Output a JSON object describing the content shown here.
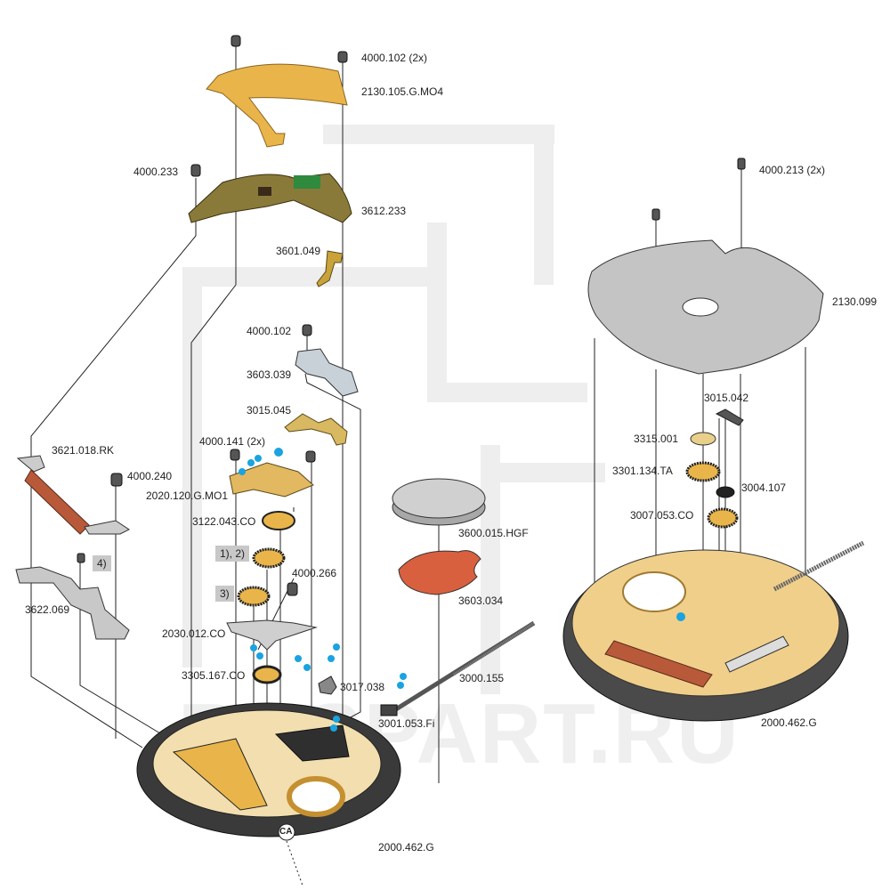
{
  "diagram": {
    "title": "",
    "watermark": "RUSPART.RU",
    "colors": {
      "brass": "#e9b54a",
      "brass_dark": "#b8862a",
      "steel": "#bdbdbd",
      "case_dark": "#3a3a3a",
      "coil": "#b85a3a",
      "insulator": "#d8603f",
      "pcb_green": "#2f8a3e",
      "oil_marker": "#1aa3e0",
      "watermark_gray": "#eeeeee"
    },
    "left_assembly": {
      "parts": [
        {
          "id": "4000.102 (2x)",
          "desc": "screw"
        },
        {
          "id": "2130.105.G.MO4",
          "desc": "bridge plate"
        },
        {
          "id": "4000.233",
          "desc": "screw"
        },
        {
          "id": "3612.233",
          "desc": "circuit board"
        },
        {
          "id": "3601.049",
          "desc": "contact spring"
        },
        {
          "id": "4000.102",
          "desc": "screw"
        },
        {
          "id": "3603.039",
          "desc": "bridge"
        },
        {
          "id": "3015.045",
          "desc": "spring"
        },
        {
          "id": "4000.141 (2x)",
          "desc": "screw"
        },
        {
          "id": "2020.120.G.MO1",
          "desc": "train bridge"
        },
        {
          "id": "3122.043.CO",
          "desc": "wheel"
        },
        {
          "id": "4000.266",
          "desc": "screw"
        },
        {
          "id": "2030.012.CO",
          "desc": "bridge"
        },
        {
          "id": "3305.167.CO",
          "desc": "wheel"
        },
        {
          "id": "3017.038",
          "desc": "lever"
        },
        {
          "id": "3000.155",
          "desc": "winding stem"
        },
        {
          "id": "3001.053.Fi",
          "desc": "clutch"
        },
        {
          "id": "3621.018.RK",
          "desc": "coil"
        },
        {
          "id": "4000.240",
          "desc": "screw"
        },
        {
          "id": "3622.069",
          "desc": "stator"
        },
        {
          "id": "3600.015.HGF",
          "desc": "battery"
        },
        {
          "id": "3603.034",
          "desc": "insulator"
        },
        {
          "id": "2000.462.G",
          "desc": "main plate"
        }
      ],
      "notes": [
        "1), 2)",
        "3)",
        "4)"
      ],
      "case_marker": "CA"
    },
    "right_assembly": {
      "parts": [
        {
          "id": "4000.213 (2x)",
          "desc": "screw"
        },
        {
          "id": "2130.099",
          "desc": "dial-side plate"
        },
        {
          "id": "3015.042",
          "desc": "spring"
        },
        {
          "id": "3315.001",
          "desc": "washer"
        },
        {
          "id": "3301.134.TA",
          "desc": "wheel"
        },
        {
          "id": "3004.107",
          "desc": "pinion"
        },
        {
          "id": "3007.053.CO",
          "desc": "wheel"
        },
        {
          "id": "2000.462.G",
          "desc": "main plate"
        }
      ]
    }
  }
}
